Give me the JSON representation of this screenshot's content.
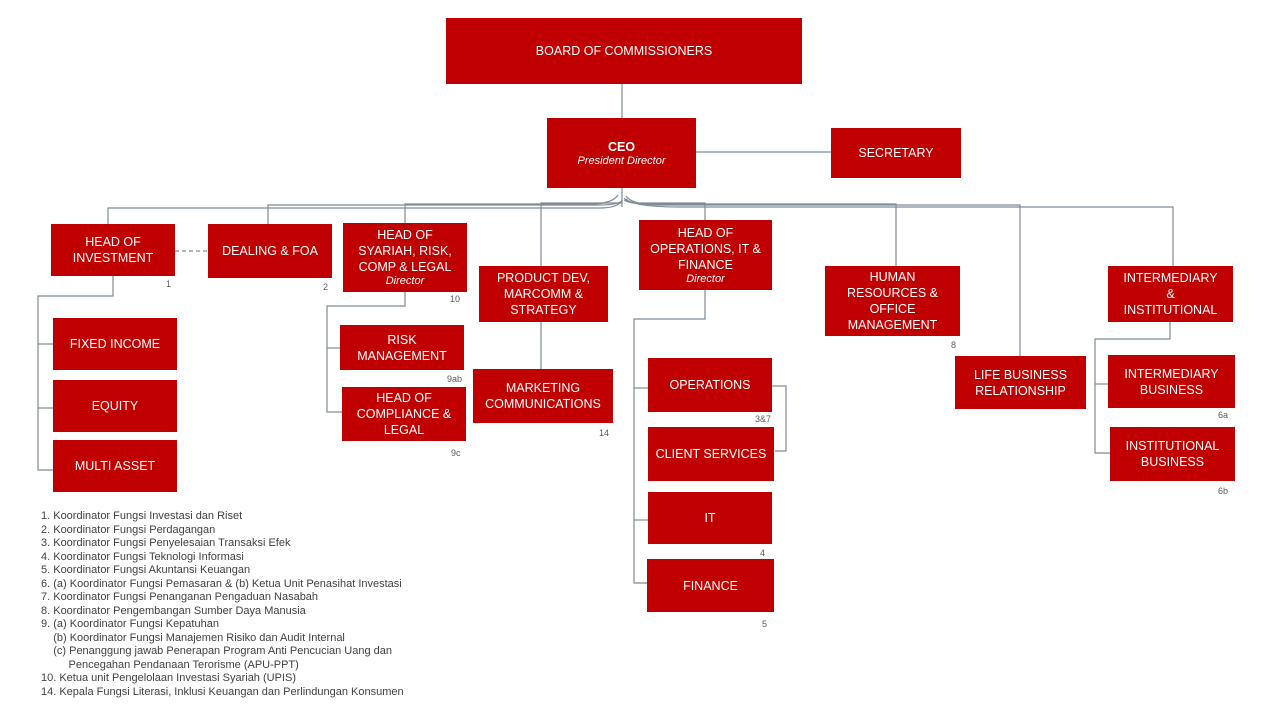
{
  "colors": {
    "box_fill": "#C00000",
    "box_text": "#FFFFFF",
    "line": "#7F8C97",
    "legend_text": "#404040"
  },
  "boxes": {
    "board": {
      "title": "BOARD  OF COMMISSIONERS"
    },
    "ceo": {
      "title": "CEO",
      "subtitle": "President Director"
    },
    "secretary": {
      "title": "SECRETARY"
    },
    "head_investment": {
      "title": "HEAD OF\nINVESTMENT",
      "note": "1"
    },
    "dealing": {
      "title": "DEALING & FOA",
      "note": "2"
    },
    "head_syariah": {
      "title": "HEAD OF\nSYARIAH, RISK,\nCOMP & LEGAL",
      "subtitle": "Director",
      "note": "10"
    },
    "product_dev": {
      "title": "PRODUCT DEV,\nMARCOMM &\nSTRATEGY"
    },
    "head_operations": {
      "title": "HEAD OF\nOPERATIONS, IT &\nFINANCE",
      "subtitle": "Director"
    },
    "human_resources": {
      "title": "HUMAN\nRESOURCES  &\nOFFICE\nMANAGEMENT",
      "note": "8"
    },
    "intermediary_institutional": {
      "title": "INTERMEDIARY\n&\nINSTITUTIONAL"
    },
    "fixed_income": {
      "title": "FIXED INCOME"
    },
    "equity": {
      "title": "EQUITY"
    },
    "multi_asset": {
      "title": "MULTI ASSET"
    },
    "risk_management": {
      "title": "RISK\nMANAGEMENT",
      "note": "9ab"
    },
    "head_compliance": {
      "title": "HEAD OF\nCOMPLIANCE &\nLEGAL",
      "note": "9c"
    },
    "marketing_comm": {
      "title": "MARKETING\nCOMMUNICATIONS",
      "note": "14"
    },
    "operations": {
      "title": "OPERATIONS",
      "note": "3&7"
    },
    "client_services": {
      "title": "CLIENT SERVICES"
    },
    "it": {
      "title": "IT",
      "note": "4"
    },
    "finance": {
      "title": "FINANCE",
      "note": "5"
    },
    "life_business": {
      "title": "LIFE BUSINESS\nRELATIONSHIP"
    },
    "intermediary_business": {
      "title": "INTERMEDIARY\nBUSINESS",
      "note": "6a"
    },
    "institutional_business": {
      "title": "INSTITUTIONAL\nBUSINESS",
      "note": "6b"
    }
  },
  "legend": [
    "1. Koordinator Fungsi Investasi dan Riset",
    "2. Koordinator Fungsi Perdagangan",
    "3. Koordinator Fungsi Penyelesaian Transaksi Efek",
    "4. Koordinator Fungsi Teknologi Informasi",
    "5. Koordinator Fungsi Akuntansi Keuangan",
    "6. (a) Koordinator Fungsi Pemasaran & (b) Ketua Unit Penasihat Investasi",
    "7. Koordinator Fungsi Penanganan Pengaduan Nasabah",
    "8. Koordinator Pengembangan Sumber Daya Manusia",
    "9. (a) Koordinator Fungsi Kepatuhan",
    "    (b) Koordinator Fungsi Manajemen Risiko dan Audit Internal",
    "    (c) Penanggung jawab Penerapan Program Anti Pencucian Uang dan",
    "         Pencegahan Pendanaan Terorisme (APU-PPT)",
    "10. Ketua unit Pengelolaan Investasi Syariah (UPIS)",
    "14. Kepala Fungsi Literasi, Inklusi Keuangan dan Perlindungan Konsumen"
  ]
}
